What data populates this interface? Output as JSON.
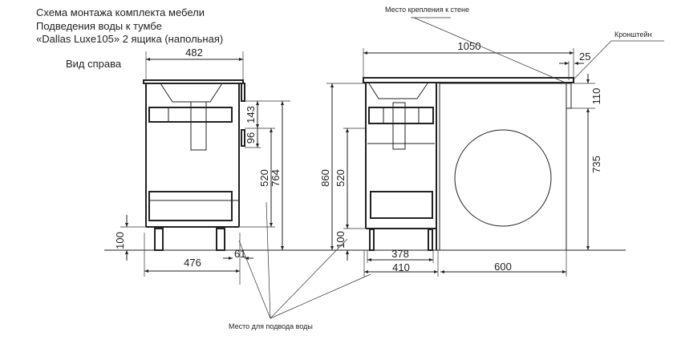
{
  "title": {
    "line1": "Схема монтажа комплекта мебели",
    "line2": "Подведения воды к тумбе",
    "line3": "«Dallas Luxe105» 2 ящика (напольная)"
  },
  "views": {
    "side_label": "Вид справа"
  },
  "annotations": {
    "wall_mount": "Место крепления к стене",
    "bracket": "Кронштейн",
    "water_supply": "Место для подвода воды"
  },
  "dimensions": {
    "side": {
      "top_width": "482",
      "bottom_depth": "476",
      "offset": "61",
      "leg_height": "100",
      "d143": "143",
      "d96": "96",
      "d520": "520",
      "d764": "764"
    },
    "front": {
      "total_width": "1050",
      "bracket_offset": "25",
      "bracket_height": "110",
      "machine_height": "735",
      "total_height": "860",
      "d520": "520",
      "leg_height": "100",
      "inner_width": "378",
      "cabinet_width": "410",
      "machine_width": "600"
    }
  }
}
